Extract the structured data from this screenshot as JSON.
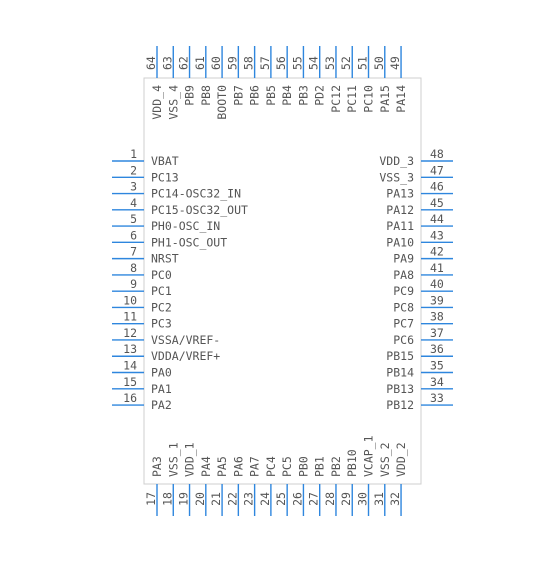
{
  "colors": {
    "pin": "#2e86de",
    "text": "#555555",
    "outline": "#cfcfcf",
    "background": "#ffffff"
  },
  "pins": {
    "left": [
      {
        "num": "1",
        "name": "VBAT"
      },
      {
        "num": "2",
        "name": "PC13"
      },
      {
        "num": "3",
        "name": "PC14-OSC32_IN"
      },
      {
        "num": "4",
        "name": "PC15-OSC32_OUT"
      },
      {
        "num": "5",
        "name": "PH0-OSC_IN"
      },
      {
        "num": "6",
        "name": "PH1-OSC_OUT"
      },
      {
        "num": "7",
        "name": "NRST"
      },
      {
        "num": "8",
        "name": "PC0"
      },
      {
        "num": "9",
        "name": "PC1"
      },
      {
        "num": "10",
        "name": "PC2"
      },
      {
        "num": "11",
        "name": "PC3"
      },
      {
        "num": "12",
        "name": "VSSA/VREF-"
      },
      {
        "num": "13",
        "name": "VDDA/VREF+"
      },
      {
        "num": "14",
        "name": "PA0"
      },
      {
        "num": "15",
        "name": "PA1"
      },
      {
        "num": "16",
        "name": "PA2"
      }
    ],
    "bottom": [
      {
        "num": "17",
        "name": "PA3"
      },
      {
        "num": "18",
        "name": "VSS_1"
      },
      {
        "num": "19",
        "name": "VDD_1"
      },
      {
        "num": "20",
        "name": "PA4"
      },
      {
        "num": "21",
        "name": "PA5"
      },
      {
        "num": "22",
        "name": "PA6"
      },
      {
        "num": "23",
        "name": "PA7"
      },
      {
        "num": "24",
        "name": "PC4"
      },
      {
        "num": "25",
        "name": "PC5"
      },
      {
        "num": "26",
        "name": "PB0"
      },
      {
        "num": "27",
        "name": "PB1"
      },
      {
        "num": "28",
        "name": "PB2"
      },
      {
        "num": "29",
        "name": "PB10"
      },
      {
        "num": "30",
        "name": "VCAP_1"
      },
      {
        "num": "31",
        "name": "VSS_2"
      },
      {
        "num": "32",
        "name": "VDD_2"
      }
    ],
    "right": [
      {
        "num": "48",
        "name": "VDD_3"
      },
      {
        "num": "47",
        "name": "VSS_3"
      },
      {
        "num": "46",
        "name": "PA13"
      },
      {
        "num": "45",
        "name": "PA12"
      },
      {
        "num": "44",
        "name": "PA11"
      },
      {
        "num": "43",
        "name": "PA10"
      },
      {
        "num": "42",
        "name": "PA9"
      },
      {
        "num": "41",
        "name": "PA8"
      },
      {
        "num": "40",
        "name": "PC9"
      },
      {
        "num": "39",
        "name": "PC8"
      },
      {
        "num": "38",
        "name": "PC7"
      },
      {
        "num": "37",
        "name": "PC6"
      },
      {
        "num": "36",
        "name": "PB15"
      },
      {
        "num": "35",
        "name": "PB14"
      },
      {
        "num": "34",
        "name": "PB13"
      },
      {
        "num": "33",
        "name": "PB12"
      }
    ],
    "top": [
      {
        "num": "64",
        "name": "VDD_4"
      },
      {
        "num": "63",
        "name": "VSS_4"
      },
      {
        "num": "62",
        "name": "PB9"
      },
      {
        "num": "61",
        "name": "PB8"
      },
      {
        "num": "60",
        "name": "BOOT0"
      },
      {
        "num": "59",
        "name": "PB7"
      },
      {
        "num": "58",
        "name": "PB6"
      },
      {
        "num": "57",
        "name": "PB5"
      },
      {
        "num": "56",
        "name": "PB4"
      },
      {
        "num": "55",
        "name": "PB3"
      },
      {
        "num": "54",
        "name": "PD2"
      },
      {
        "num": "53",
        "name": "PC12"
      },
      {
        "num": "52",
        "name": "PC11"
      },
      {
        "num": "51",
        "name": "PC10"
      },
      {
        "num": "50",
        "name": "PA15"
      },
      {
        "num": "49",
        "name": "PA14"
      }
    ]
  }
}
